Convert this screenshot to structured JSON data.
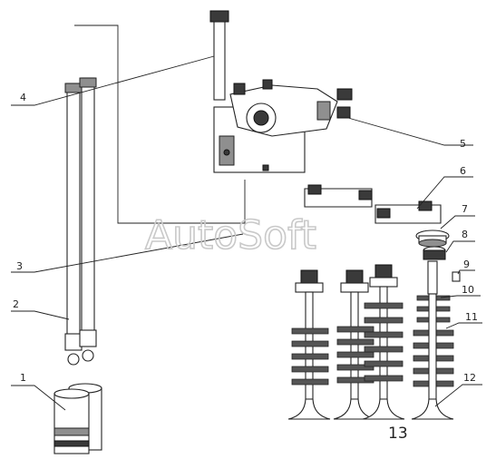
{
  "watermark": "AutoSoft",
  "page_number": "13",
  "callouts": [
    "1",
    "2",
    "3",
    "4",
    "5",
    "6",
    "7",
    "8",
    "9",
    "10",
    "11",
    "12"
  ],
  "colors": {
    "line": "#222222",
    "shade": "#8f8f8f",
    "watermark": "#c9c9c9"
  }
}
